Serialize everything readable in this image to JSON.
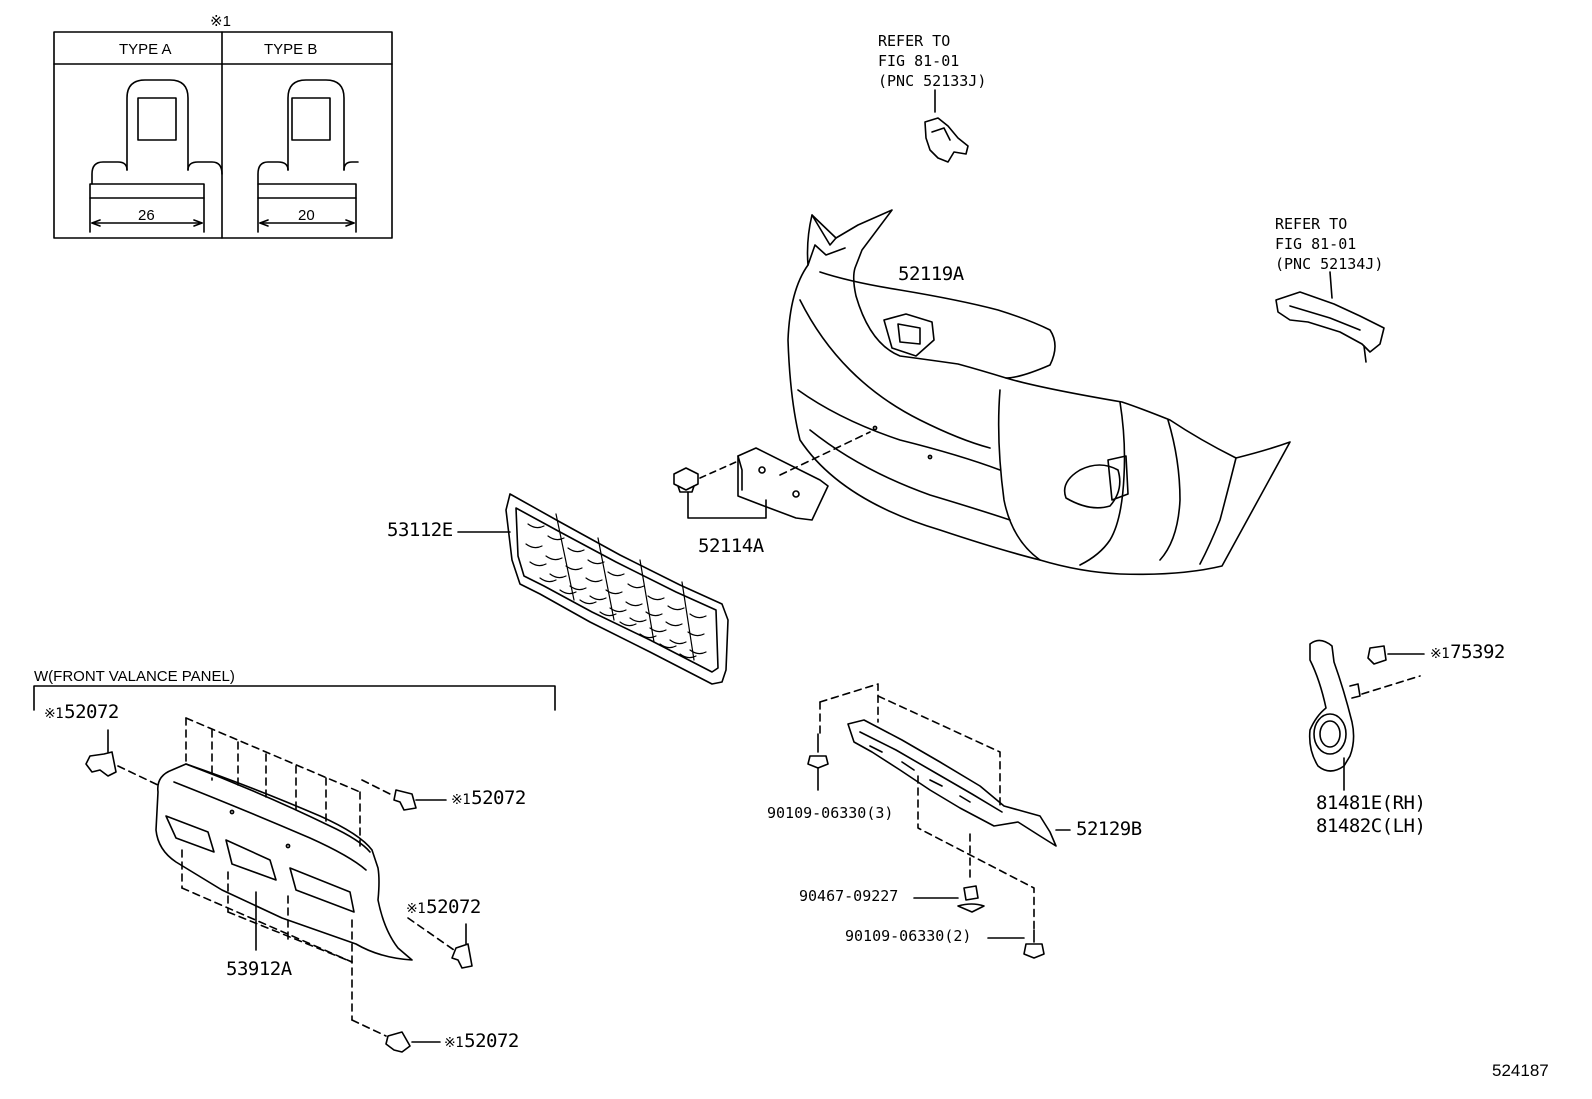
{
  "inset": {
    "note": "※1",
    "type_a": "TYPE A",
    "type_b": "TYPE B",
    "dim_a": "26",
    "dim_b": "20"
  },
  "refs": {
    "upper": {
      "line1": "REFER TO",
      "line2": "FIG 81-01",
      "line3": "(PNC 52133J)"
    },
    "right": {
      "line1": "REFER TO",
      "line2": "FIG 81-01",
      "line3": "(PNC 52134J)"
    }
  },
  "parts": {
    "bumper_cover": "52119A",
    "grille": "53112E",
    "plate_bracket": "52114A",
    "under_cover": "52129B",
    "bolt_a": "90109-06330(3)",
    "clip": "90467-09227",
    "bolt_b": "90109-06330(2)",
    "fog_cover_rh": "81481E(RH)",
    "fog_cover_lh": "81482C(LH)",
    "fog_clip": "75392",
    "valance_clip": "52072",
    "valance_panel": "53912A",
    "mark": "※1"
  },
  "valance_header": "W(FRONT VALANCE PANEL)",
  "diagram_id": "524187"
}
